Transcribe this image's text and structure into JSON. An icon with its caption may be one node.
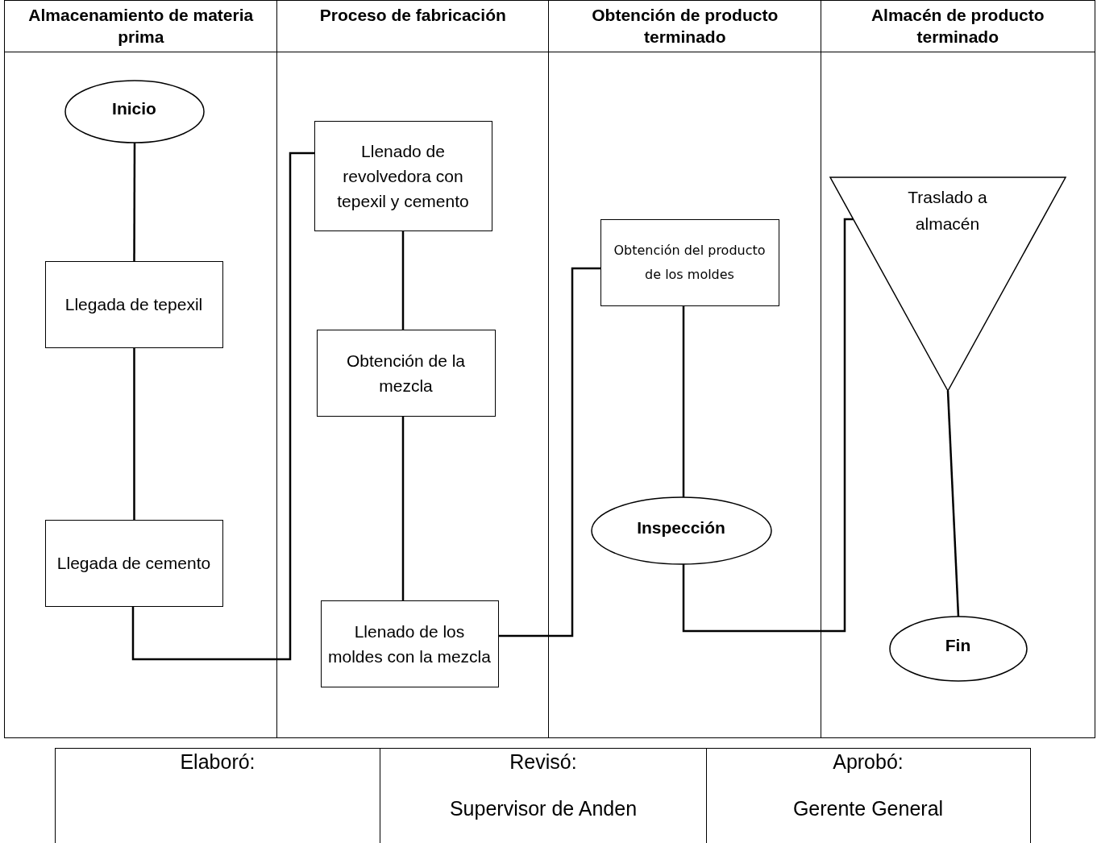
{
  "diagram": {
    "nodes": [
      {
        "text": [
          "Almacenamiento de materia prima"
        ]
      },
      {
        "text": [
          "Proceso de fabricación"
        ]
      },
      {
        "text": [
          "Obtención de producto terminado"
        ]
      },
      {
        "text": [
          "Almacén de producto terminado"
        ]
      },
      {
        "text": [
          "Inicio"
        ],
        "in": 0
      },
      {
        "text": [
          "Llegada de tepexil"
        ],
        "in": 0
      },
      {
        "text": [
          "Llegada de cemento"
        ],
        "in": 0
      },
      {
        "text": [
          "Llenado de revolvedora con tepexil y cemento"
        ],
        "in": 1
      },
      {
        "text": [
          "Obtención de  la mezcla"
        ],
        "in": 1
      },
      {
        "text": [
          "Llenado de los moldes con la mezcla"
        ],
        "in": 1
      },
      {
        "text": [
          "Obtención del producto de los moldes"
        ],
        "in": 2
      },
      {
        "text": [
          "Inspección"
        ],
        "in": 2
      },
      {
        "text": [
          "Traslado a almacén"
        ],
        "in": 3
      },
      {
        "text": [
          "Fin"
        ],
        "in": 3
      }
    ],
    "edges": [
      {
        "from": 4,
        "to": 5,
        "arrow": "none"
      },
      {
        "from": 5,
        "to": 6,
        "arrow": "none"
      },
      {
        "from": 6,
        "to": 7,
        "arrow": "none"
      },
      {
        "from": 7,
        "to": 8,
        "arrow": "none"
      },
      {
        "from": 8,
        "to": 9,
        "arrow": "none"
      },
      {
        "from": 9,
        "to": 10,
        "arrow": "none"
      },
      {
        "from": 10,
        "to": 11,
        "arrow": "none"
      },
      {
        "from": 11,
        "to": 12,
        "arrow": "none"
      },
      {
        "from": 12,
        "to": 13,
        "arrow": "none"
      }
    ],
    "labels": [
      "Elaboró:",
      "Revisó:",
      "Aprobó:",
      "Supervisor de Anden",
      "Gerente General"
    ]
  }
}
